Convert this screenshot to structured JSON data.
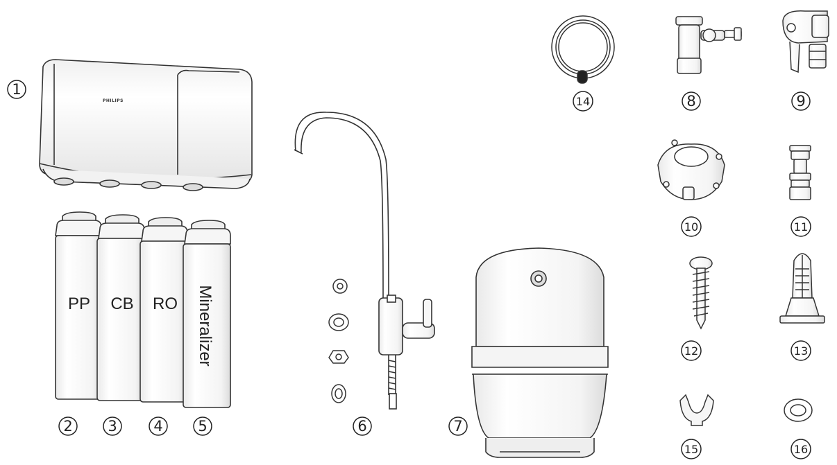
{
  "unit": {
    "brand": "PHILIPS"
  },
  "cartridges": [
    {
      "label": "PP"
    },
    {
      "label": "CB"
    },
    {
      "label": "RO"
    },
    {
      "label": "Mineralizer"
    }
  ],
  "callouts": {
    "n1": "1",
    "n2": "2",
    "n3": "3",
    "n4": "4",
    "n5": "5",
    "n6": "6",
    "n7": "7",
    "n8": "8",
    "n9": "9",
    "n10": "10",
    "n11": "11",
    "n12": "12",
    "n13": "13",
    "n14": "14",
    "n15": "15",
    "n16": "16"
  }
}
